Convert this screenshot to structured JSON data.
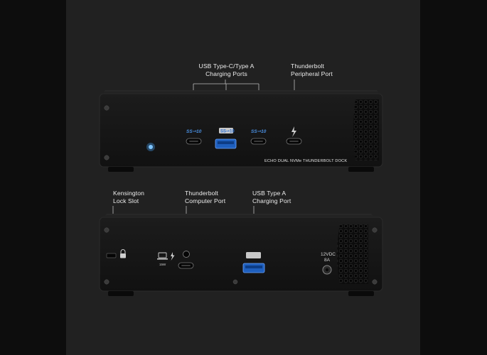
{
  "front_view": {
    "callouts": {
      "usb_charging": "USB Type-C/Type A\nCharging Ports",
      "thunderbolt_peripheral": "Thunderbolt\nPeripheral Port"
    },
    "port_badges": {
      "usb_c_left": "SS⇀10",
      "usb_a": "SS⇀10",
      "usb_c_right": "SS⇀10"
    },
    "brand_text": "ECHO DUAL NVMe THUNDERBOLT DOCK"
  },
  "rear_view": {
    "callouts": {
      "kensington": "Kensington\nLock Slot",
      "thunderbolt_computer": "Thunderbolt\nComputer Port",
      "usb_a_charging": "USB Type A\nCharging Port"
    },
    "laptop_wattage": "15W",
    "power_rating": "12VDC\n8A"
  },
  "colors": {
    "background": "#0d0d0d",
    "panel": "#212121",
    "chassis": "#161616",
    "usb_a_blue": "#2a6fd6",
    "led_blue": "#4aa8ff"
  }
}
